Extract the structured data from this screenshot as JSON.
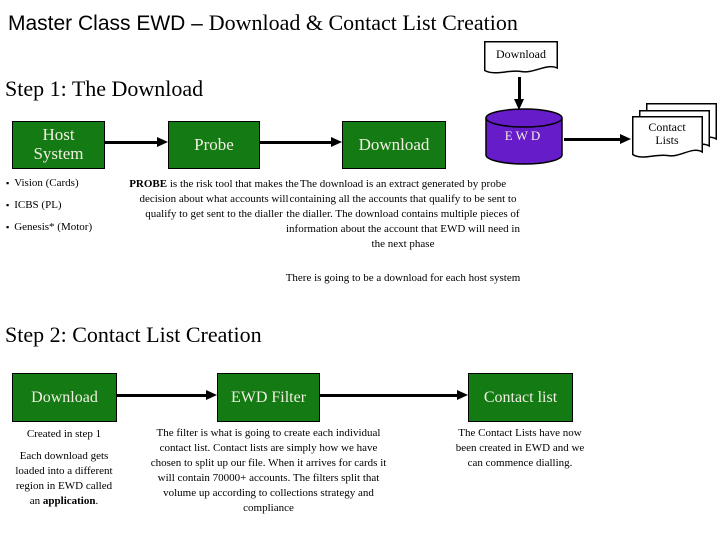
{
  "title": {
    "prefix": "Master Class EWD – ",
    "suffix": "Download & Contact List Creation"
  },
  "icons": {
    "bullet": "▪"
  },
  "colors": {
    "box_green": "#147a14",
    "cylinder_purple": "#671cc9",
    "shape_fill": "#ffffff",
    "text_on_green": "#f2efe2",
    "line_black": "#000000"
  },
  "top_flow": {
    "download_doc_label": "Download"
  },
  "step1": {
    "heading": "Step 1: The Download",
    "host_box": "Host System",
    "probe_box": "Probe",
    "download_box": "Download",
    "host_bullets": [
      "Vision (Cards)",
      "ICBS (PL)",
      "Genesis* (Motor)"
    ],
    "probe_desc_bold": "PROBE",
    "probe_desc_rest": " is the risk tool that makes the decision about what accounts will qualify to get sent to the dialler",
    "download_desc": "The download is an extract generated by probe containing all the accounts that qualify to be sent to the dialler. The download contains multiple pieces of information about the account that EWD will need in the next phase",
    "ewd_label": "EWD",
    "contact_lists_label": "Contact Lists",
    "note": "There is going to be a download for each host system"
  },
  "step2": {
    "heading": "Step 2: Contact List Creation",
    "download_box": "Download",
    "filter_box": "EWD Filter",
    "contact_box": "Contact list",
    "download_desc_1": "Created in step 1",
    "download_desc_2": "Each download gets loaded into a different region in EWD called an ",
    "download_desc_2_bold": "application",
    "download_desc_2_end": ".",
    "filter_desc": "The filter is what is going to create each individual contact list. Contact lists are simply how we have chosen to split up our file. When it arrives for cards it will contain 70000+ accounts. The filters split that volume up according to collections strategy and compliance",
    "contact_desc": "The Contact Lists have now been created in EWD and we can commence dialling."
  }
}
